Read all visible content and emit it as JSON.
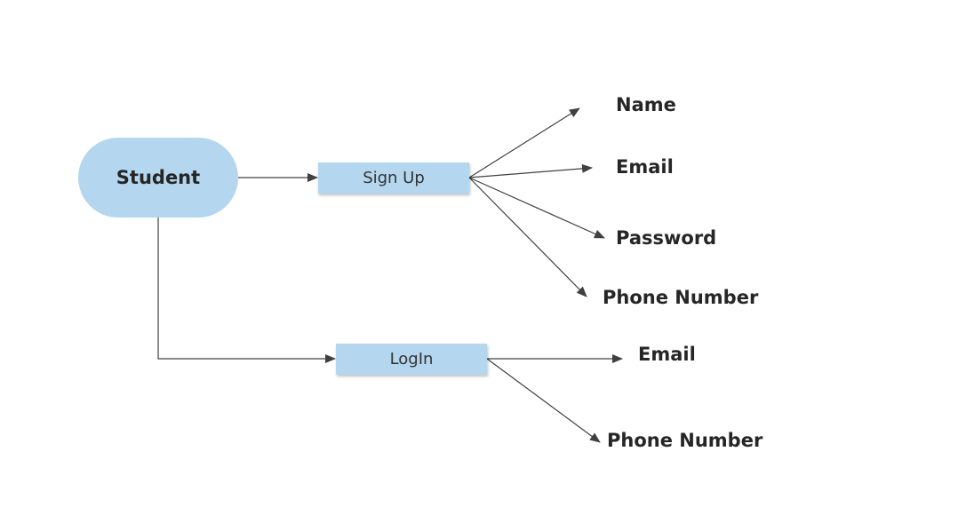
{
  "colors": {
    "node_fill": "#b4d7ef",
    "connector": "#404040",
    "text": "#262626"
  },
  "root": {
    "label": "Student"
  },
  "signup": {
    "label": "Sign Up",
    "fields": [
      "Name",
      "Email",
      "Password",
      "Phone Number"
    ]
  },
  "login": {
    "label": "LogIn",
    "fields": [
      "Email",
      "Phone Number"
    ]
  }
}
